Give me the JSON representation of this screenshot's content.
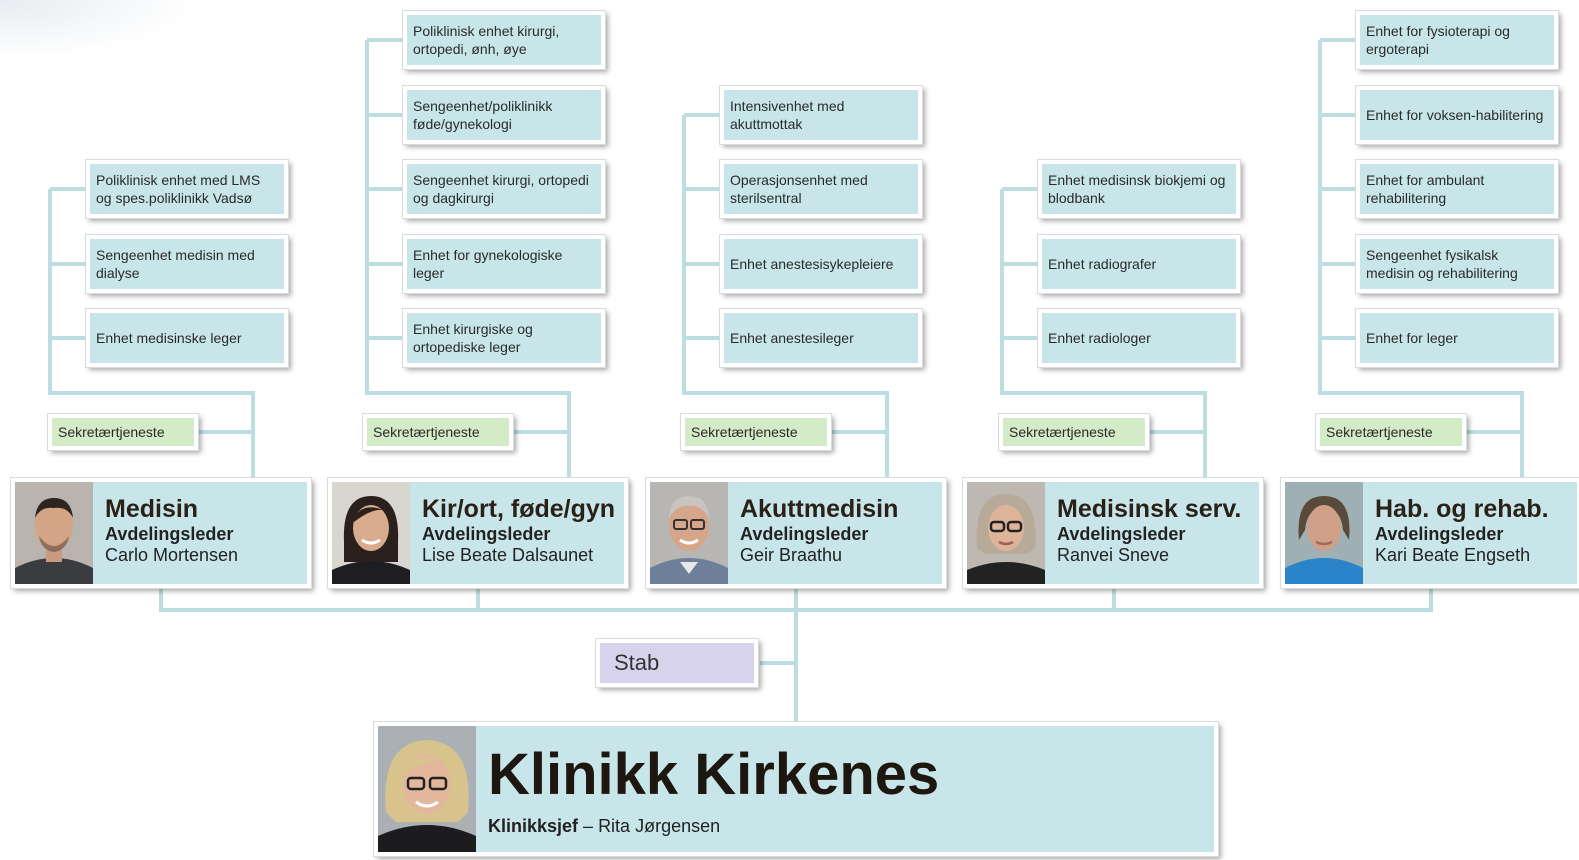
{
  "colors": {
    "unit_fill": "#c8e6ea",
    "secretary_fill": "#d3ebc6",
    "stab_fill": "#d7d3ec",
    "connector": "#bcdde2"
  },
  "clinic": {
    "title": "Klinikk Kirkenes",
    "role": "Klinikksjef",
    "separator": " – ",
    "person": "Rita Jørgensen",
    "photo_icon": "portrait-photo"
  },
  "stab": {
    "label": "Stab"
  },
  "departments": [
    {
      "name": "Medisin",
      "role": "Avdelingsleder",
      "person": "Carlo Mortensen",
      "secretary": "Sekretærtjeneste",
      "units": [
        "Poliklinisk enhet med LMS og spes.poliklinikk Vadsø",
        "Sengeenhet medisin med dialyse",
        "Enhet medisinske leger"
      ]
    },
    {
      "name": "Kir/ort, føde/gyn",
      "role": "Avdelingsleder",
      "person": "Lise Beate Dalsaunet",
      "secretary": "Sekretærtjeneste",
      "units": [
        "Poliklinisk enhet kirurgi, ortopedi, ønh, øye",
        "Sengeenhet/poliklinikk føde/gynekologi",
        "Sengeenhet kirurgi, ortopedi og dagkirurgi",
        "Enhet for gynekologiske leger",
        "Enhet kirurgiske og ortopediske leger"
      ]
    },
    {
      "name": "Akuttmedisin",
      "role": "Avdelingsleder",
      "person": "Geir Braathu",
      "secretary": "Sekretærtjeneste",
      "units": [
        "Intensivenhet med akuttmottak",
        "Operasjonsenhet med sterilsentral",
        "Enhet anestesisykepleiere",
        "Enhet anestesileger"
      ]
    },
    {
      "name": "Medisinsk serv.",
      "role": "Avdelingsleder",
      "person": "Ranvei Sneve",
      "secretary": "Sekretærtjeneste",
      "units": [
        "Enhet medisinsk biokjemi og blodbank",
        "Enhet radiografer",
        "Enhet radiologer"
      ]
    },
    {
      "name": "Hab. og rehab.",
      "role": "Avdelingsleder",
      "person": "Kari Beate Engseth",
      "secretary": "Sekretærtjeneste",
      "units": [
        "Enhet for fysioterapi og ergoterapi",
        "Enhet for voksen-habilitering",
        "Enhet for ambulant rehabilitering",
        "Sengeenhet fysikalsk medisin og rehabilitering",
        "Enhet for leger"
      ]
    }
  ]
}
